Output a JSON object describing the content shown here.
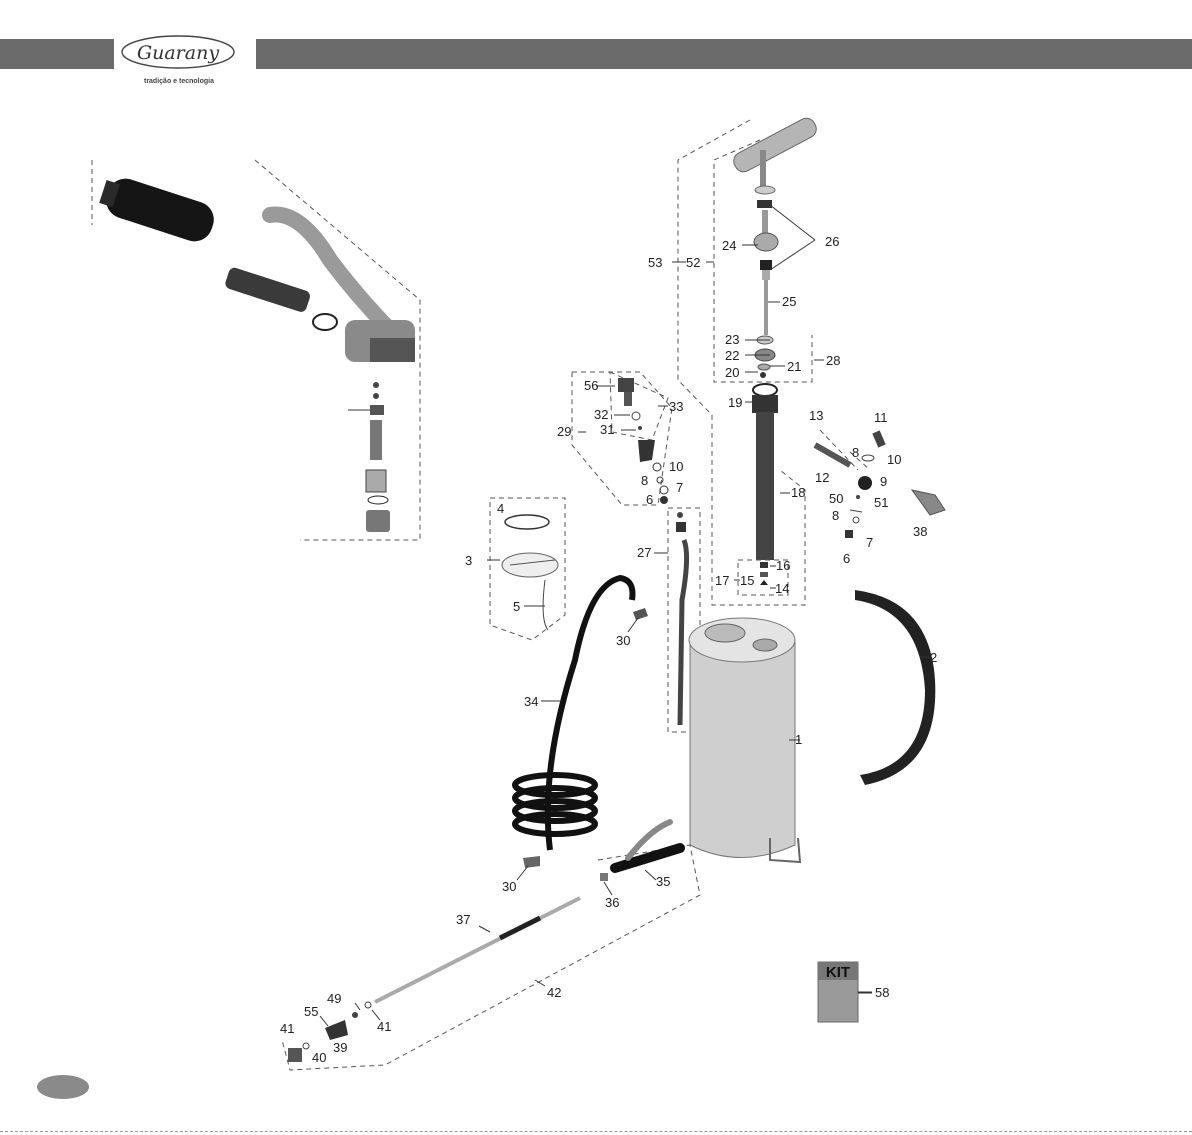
{
  "brand": {
    "name": "Guarany",
    "tagline": "tradição e tecnologia"
  },
  "parts": {
    "p1": "1",
    "p2": "2",
    "p3": "3",
    "p4": "4",
    "p5": "5",
    "p6": "6",
    "p6b": "6",
    "p7": "7",
    "p7b": "7",
    "p8": "8",
    "p8b": "8",
    "p8c": "8",
    "p9": "9",
    "p10": "10",
    "p10b": "10",
    "p11": "11",
    "p12": "12",
    "p13": "13",
    "p14": "14",
    "p15": "15",
    "p16": "16",
    "p17": "17",
    "p18": "18",
    "p19": "19",
    "p20": "20",
    "p21": "21",
    "p22": "22",
    "p23": "23",
    "p24": "24",
    "p25": "25",
    "p26": "26",
    "p27": "27",
    "p28": "28",
    "p29": "29",
    "p30": "30",
    "p30b": "30",
    "p31": "31",
    "p32": "32",
    "p33": "33",
    "p34": "34",
    "p35": "35",
    "p36": "36",
    "p37": "37",
    "p38": "38",
    "p39": "39",
    "p40": "40",
    "p41": "41",
    "p41b": "41",
    "p42": "42",
    "p49": "49",
    "p50": "50",
    "p51": "51",
    "p52": "52",
    "p53": "53",
    "p55": "55",
    "p56": "56",
    "p58": "58"
  },
  "kit_label": "KIT"
}
